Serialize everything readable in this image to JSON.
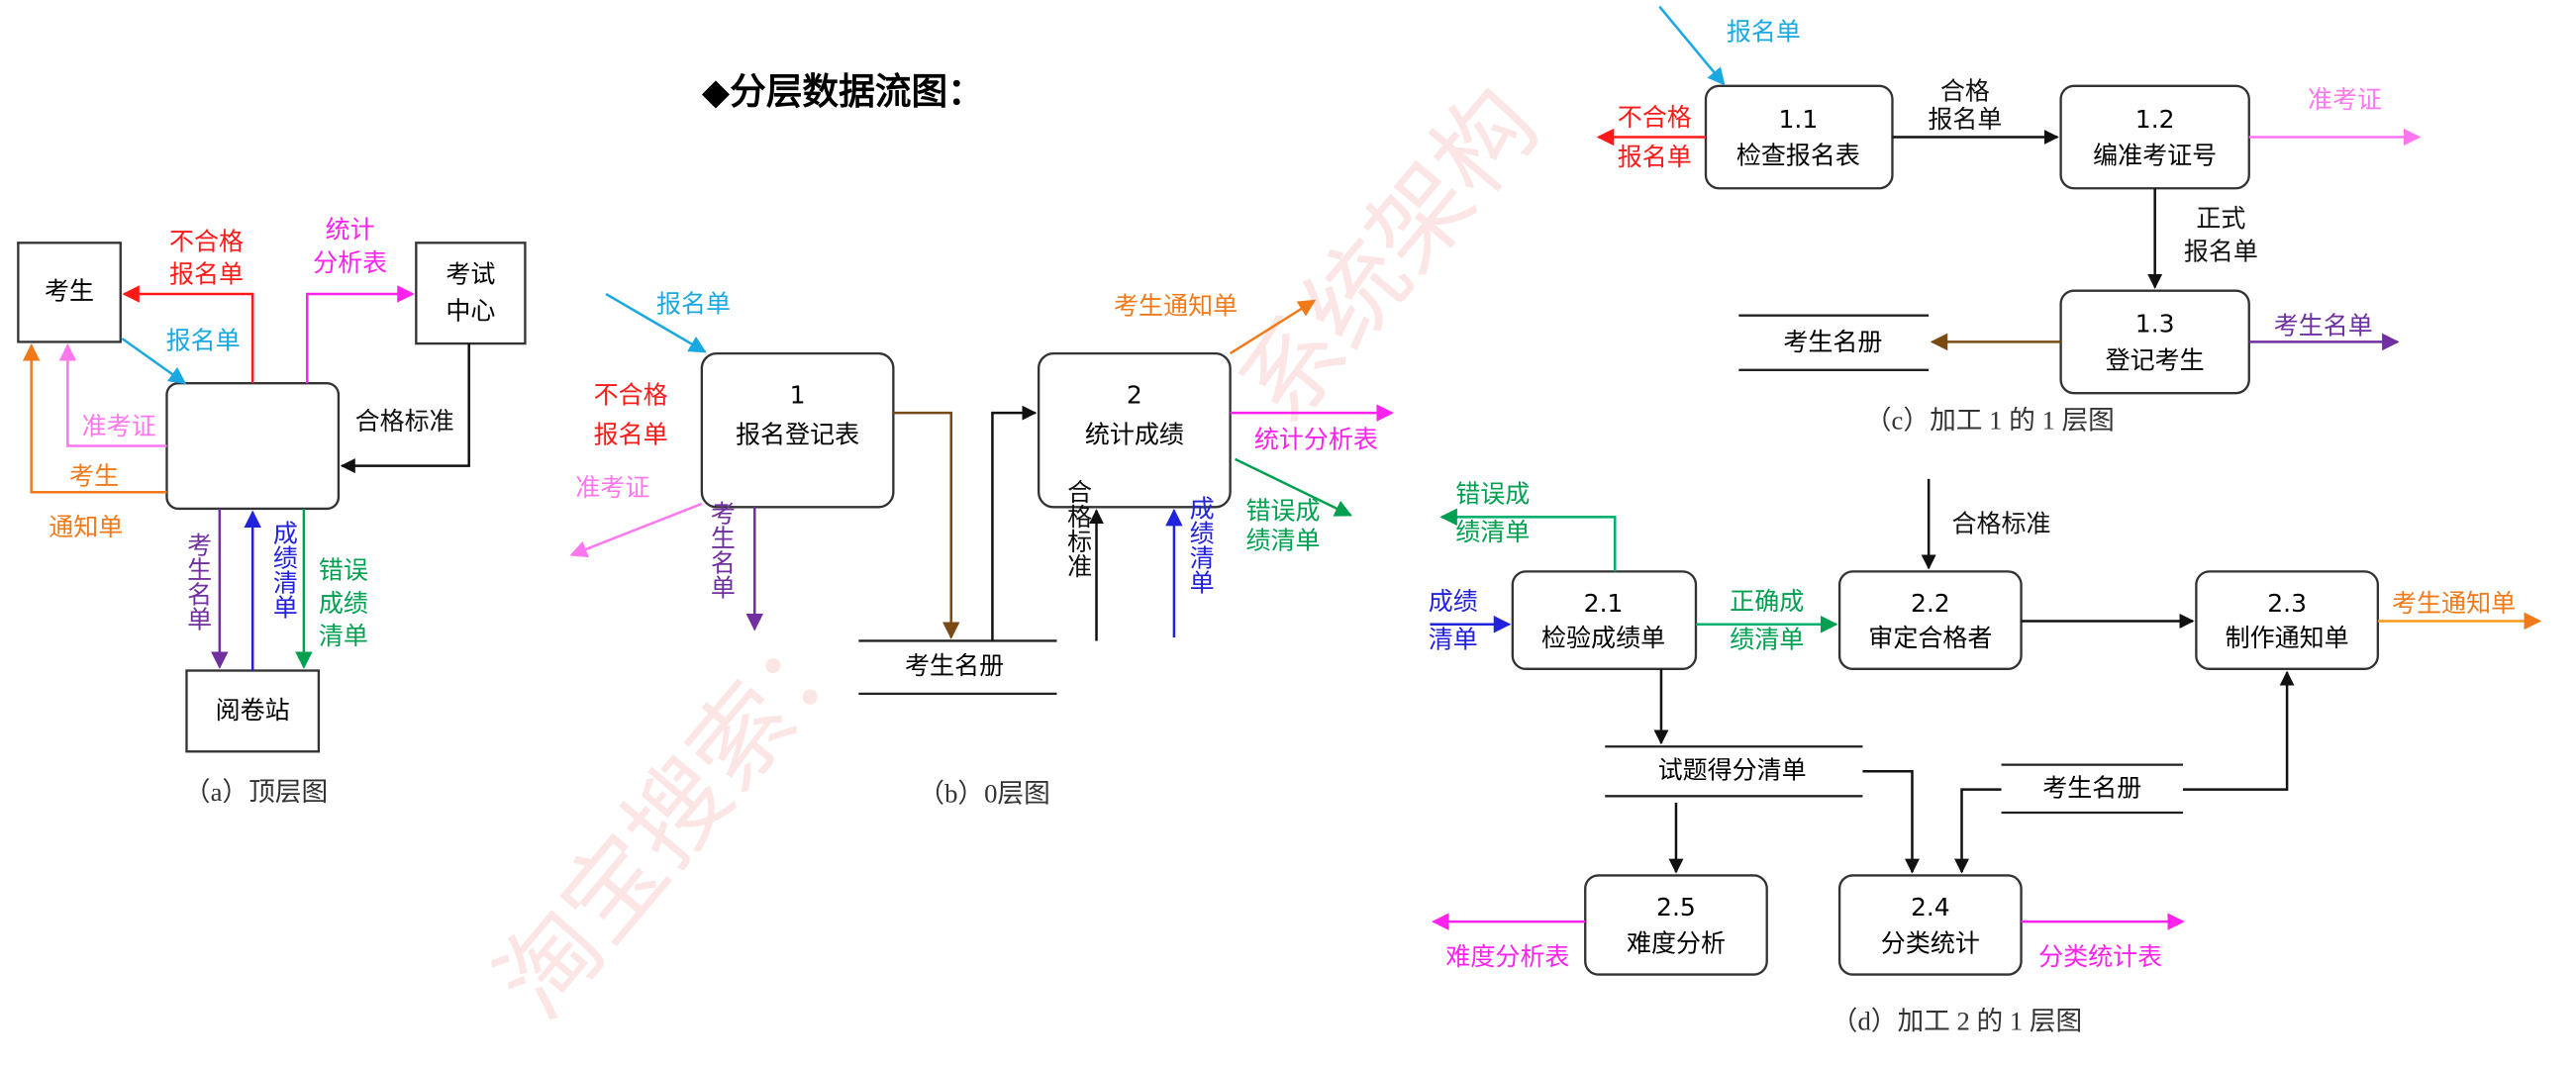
{
  "title": "◆分层数据流图：",
  "watermark": [
    "淘宝搜索：",
    "系统架构"
  ],
  "colors": {
    "red": "#ff1a1a",
    "magenta": "#ff22ee",
    "cyan": "#1aa8e0",
    "pink": "#ff77ee",
    "orange": "#f07a1a",
    "purple": "#7030a0",
    "blue": "#2222dd",
    "green": "#00a050",
    "brown": "#7a4a14",
    "black": "#111111"
  },
  "a": {
    "caption": "（a）顶层图",
    "student": "考生",
    "exam_center": [
      "考试",
      "中心"
    ],
    "grading": "阅卷站",
    "reject_form": [
      "不合格",
      "报名单"
    ],
    "stats_report": [
      "统计",
      "分析表"
    ],
    "register_form": "报名单",
    "pass_standard": "合格标准",
    "admission_ticket": "准考证",
    "notice": [
      "考生",
      "通知单"
    ],
    "student_list": "考生名单",
    "score_list": "成绩清单",
    "error_score": [
      "错误",
      "成绩",
      "清单"
    ]
  },
  "b": {
    "caption": "（b）0层图",
    "p1": {
      "num": "1",
      "name": "报名登记表"
    },
    "p2": {
      "num": "2",
      "name": "统计成绩"
    },
    "register_form": "报名单",
    "reject_form": [
      "不合格",
      "报名单"
    ],
    "admission_ticket": "准考证",
    "student_list": "考生名单",
    "store": "考生名册",
    "pass_standard": "合格标准",
    "score_list": "成绩清单",
    "notice": "考生通知单",
    "stats_report": "统计分析表",
    "error_score": [
      "错误成",
      "绩清单"
    ]
  },
  "c": {
    "caption": "（c）加工 1 的 1 层图",
    "p11": {
      "num": "1.1",
      "name": "检查报名表"
    },
    "p12": {
      "num": "1.2",
      "name": "编准考证号"
    },
    "p13": {
      "num": "1.3",
      "name": "登记考生"
    },
    "register_form": "报名单",
    "reject_form": [
      "不合格",
      "报名单"
    ],
    "pass_form": [
      "合格",
      "报名单"
    ],
    "admission_ticket": "准考证",
    "formal_form": [
      "正式",
      "报名单"
    ],
    "store": "考生名册",
    "student_list": "考生名单"
  },
  "d": {
    "caption": "（d）加工 2 的 1 层图",
    "p21": {
      "num": "2.1",
      "name": "检验成绩单"
    },
    "p22": {
      "num": "2.2",
      "name": "审定合格者"
    },
    "p23": {
      "num": "2.3",
      "name": "制作通知单"
    },
    "p24": {
      "num": "2.4",
      "name": "分类统计"
    },
    "p25": {
      "num": "2.5",
      "name": "难度分析"
    },
    "score_list": [
      "成绩",
      "清单"
    ],
    "error_score": [
      "错误成",
      "绩清单"
    ],
    "correct_score": [
      "正确成",
      "绩清单"
    ],
    "pass_standard": "合格标准",
    "notice": "考生通知单",
    "store_items": "试题得分清单",
    "store_students": "考生名册",
    "difficulty_report": "难度分析表",
    "category_report": "分类统计表"
  }
}
